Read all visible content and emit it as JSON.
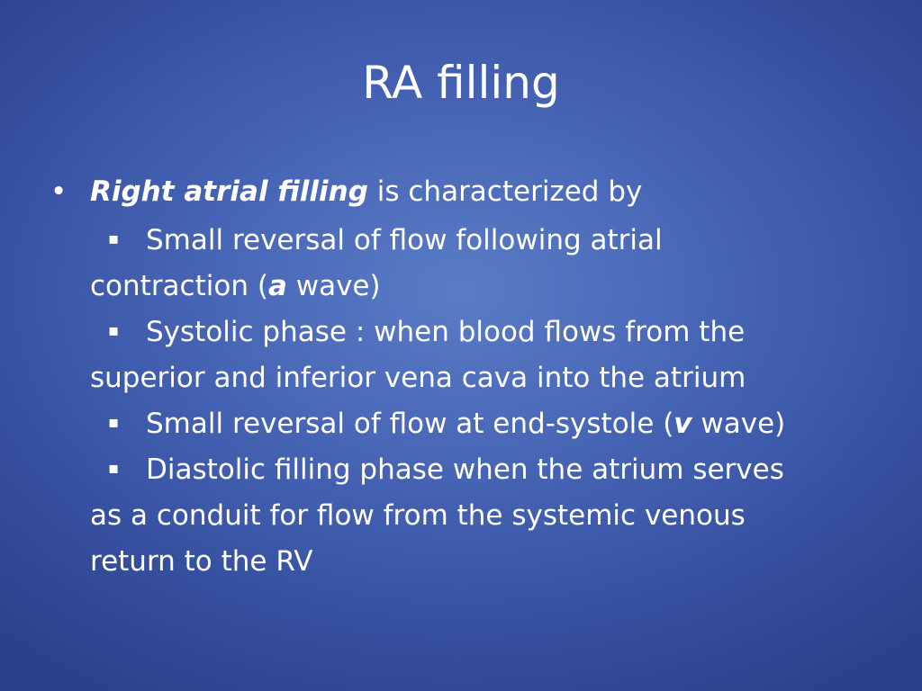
{
  "slide": {
    "title": "RA filling",
    "bullet": {
      "marker": "•",
      "emphasis": "Right atrial filling",
      "text": " is characterized by"
    },
    "sub_marker": "▪",
    "sub_items": [
      {
        "line1": "Small reversal of flow following atrial",
        "line2_pre": "contraction (",
        "line2_ital": "a",
        "line2_post": " wave)"
      },
      {
        "line1": "Systolic phase :  when blood flows from the",
        "line2": "superior and inferior vena cava into the atrium"
      },
      {
        "pre": "Small reversal of flow at end-systole (",
        "ital": "v",
        "post": " wave)"
      },
      {
        "line1": "Diastolic filling phase when the atrium serves",
        "line2": "as a conduit for flow from the systemic venous",
        "line3": "return to the RV"
      }
    ]
  }
}
